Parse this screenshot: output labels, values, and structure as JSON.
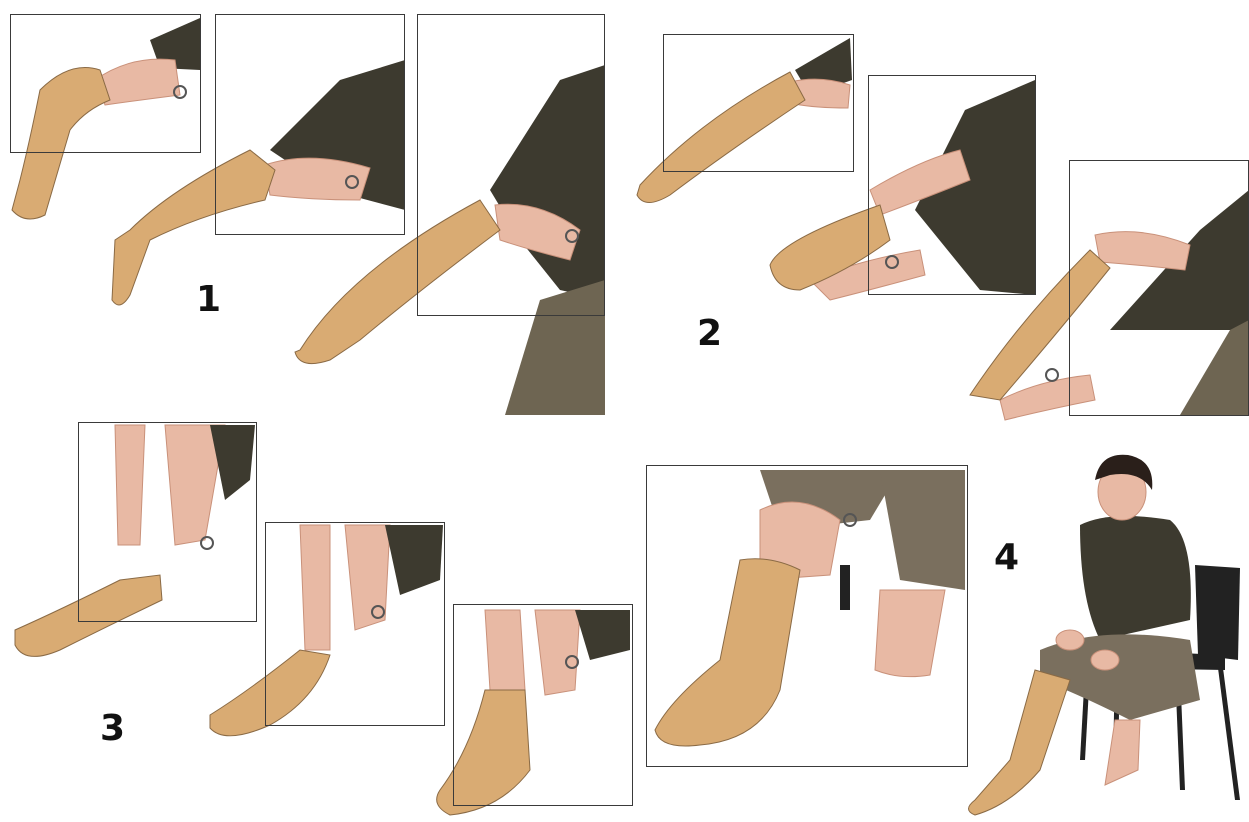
{
  "steps": [
    {
      "label": "1"
    },
    {
      "label": "2"
    },
    {
      "label": "3"
    },
    {
      "label": "4"
    }
  ],
  "colors": {
    "stocking": "#d9ab73",
    "stocking_shade": "#b88a55",
    "skin": "#e8b9a4",
    "skin_shade": "#c9917a",
    "sleeve": "#3d3a2f",
    "trousers": "#7a6f5e",
    "outline": "#3a3a3a",
    "chair": "#222222",
    "hair": "#2a1f1a"
  }
}
